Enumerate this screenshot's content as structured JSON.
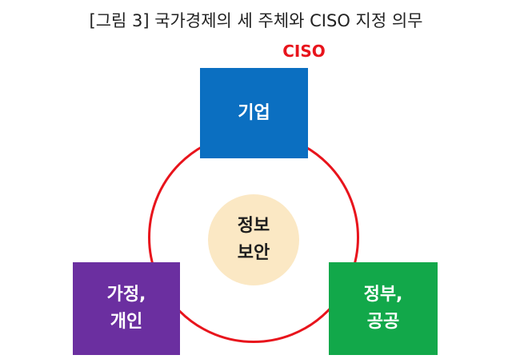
{
  "figure": {
    "title": "[그림 3] 국가경제의 세 주체와 CISO 지정 의무",
    "ciso_label": "CISO"
  },
  "center": {
    "line1": "정보",
    "line2": "보안",
    "color": "#fbe8c4"
  },
  "ring": {
    "color": "#e8141c"
  },
  "nodes": {
    "company": {
      "line1": "기업",
      "color": "#0b6fc1"
    },
    "household": {
      "line1": "가정,",
      "line2": "개인",
      "color": "#6b2fa0"
    },
    "government": {
      "line1": "정부,",
      "line2": "공공",
      "color": "#12a84a"
    }
  }
}
